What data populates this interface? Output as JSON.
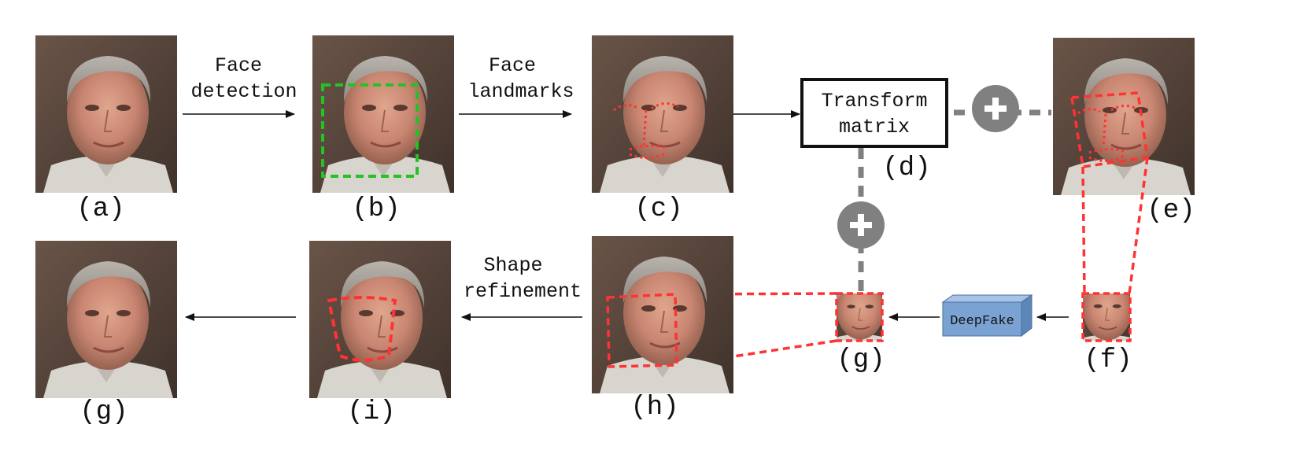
{
  "steps": {
    "face_detection": [
      "Face",
      "detection"
    ],
    "face_landmarks": [
      "Face",
      "landmarks"
    ],
    "transform_matrix": [
      "Transform",
      "matrix"
    ],
    "shape_refinement": [
      "Shape",
      "refinement"
    ]
  },
  "model_label": "DeepFake",
  "panel_labels": {
    "a": "(a)",
    "b": "(b)",
    "c": "(c)",
    "d": "(d)",
    "e": "(e)",
    "f": "(f)",
    "g_small": "(g)",
    "h": "(h)",
    "i": "(i)",
    "g_final": "(g)"
  },
  "colors": {
    "detection_box": "#22c322",
    "landmark_red": "#ff3333",
    "combine_gray": "#808080",
    "deepfake_box": "#7aa3d4",
    "arrow": "#111111"
  }
}
